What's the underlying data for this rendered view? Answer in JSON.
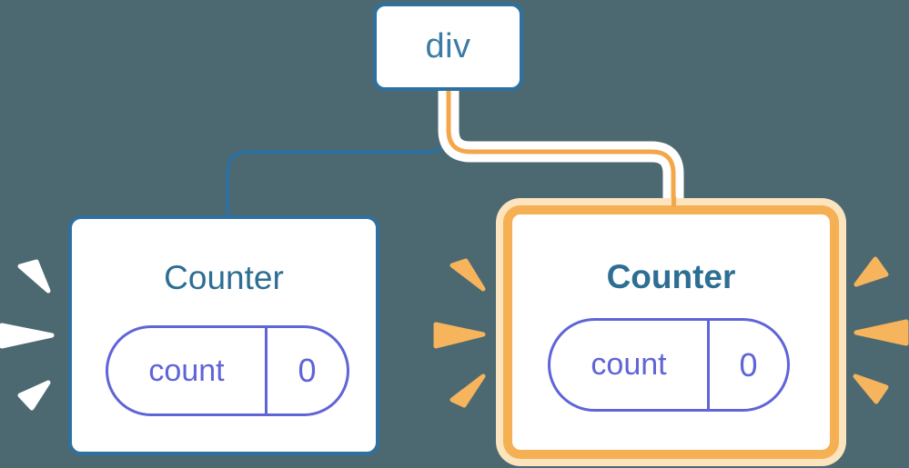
{
  "diagram": {
    "description": "React component tree: div root with two Counter children; right Counter highlighted as newly rendered",
    "root_node": {
      "label": "div"
    },
    "left_card": {
      "title": "Counter",
      "highlighted": false,
      "state_pill": {
        "key": "count",
        "value": "0"
      }
    },
    "right_card": {
      "title": "Counter",
      "highlighted": true,
      "state_pill": {
        "key": "count",
        "value": "0"
      }
    }
  },
  "colors": {
    "background": "#4C6971",
    "node_border_blue": "#2E71A0",
    "node_text_blue": "#3A7CA5",
    "title_blue": "#2D6E93",
    "state_purple": "#5F64D7",
    "highlight_orange": "#F6B054",
    "highlight_cream": "#FBE4BE",
    "connector_core_orange": "#F4A74A",
    "burst_left": "#FFFFFF",
    "burst_orange": "#F6B45C",
    "card_fill": "#FFFFFF"
  }
}
